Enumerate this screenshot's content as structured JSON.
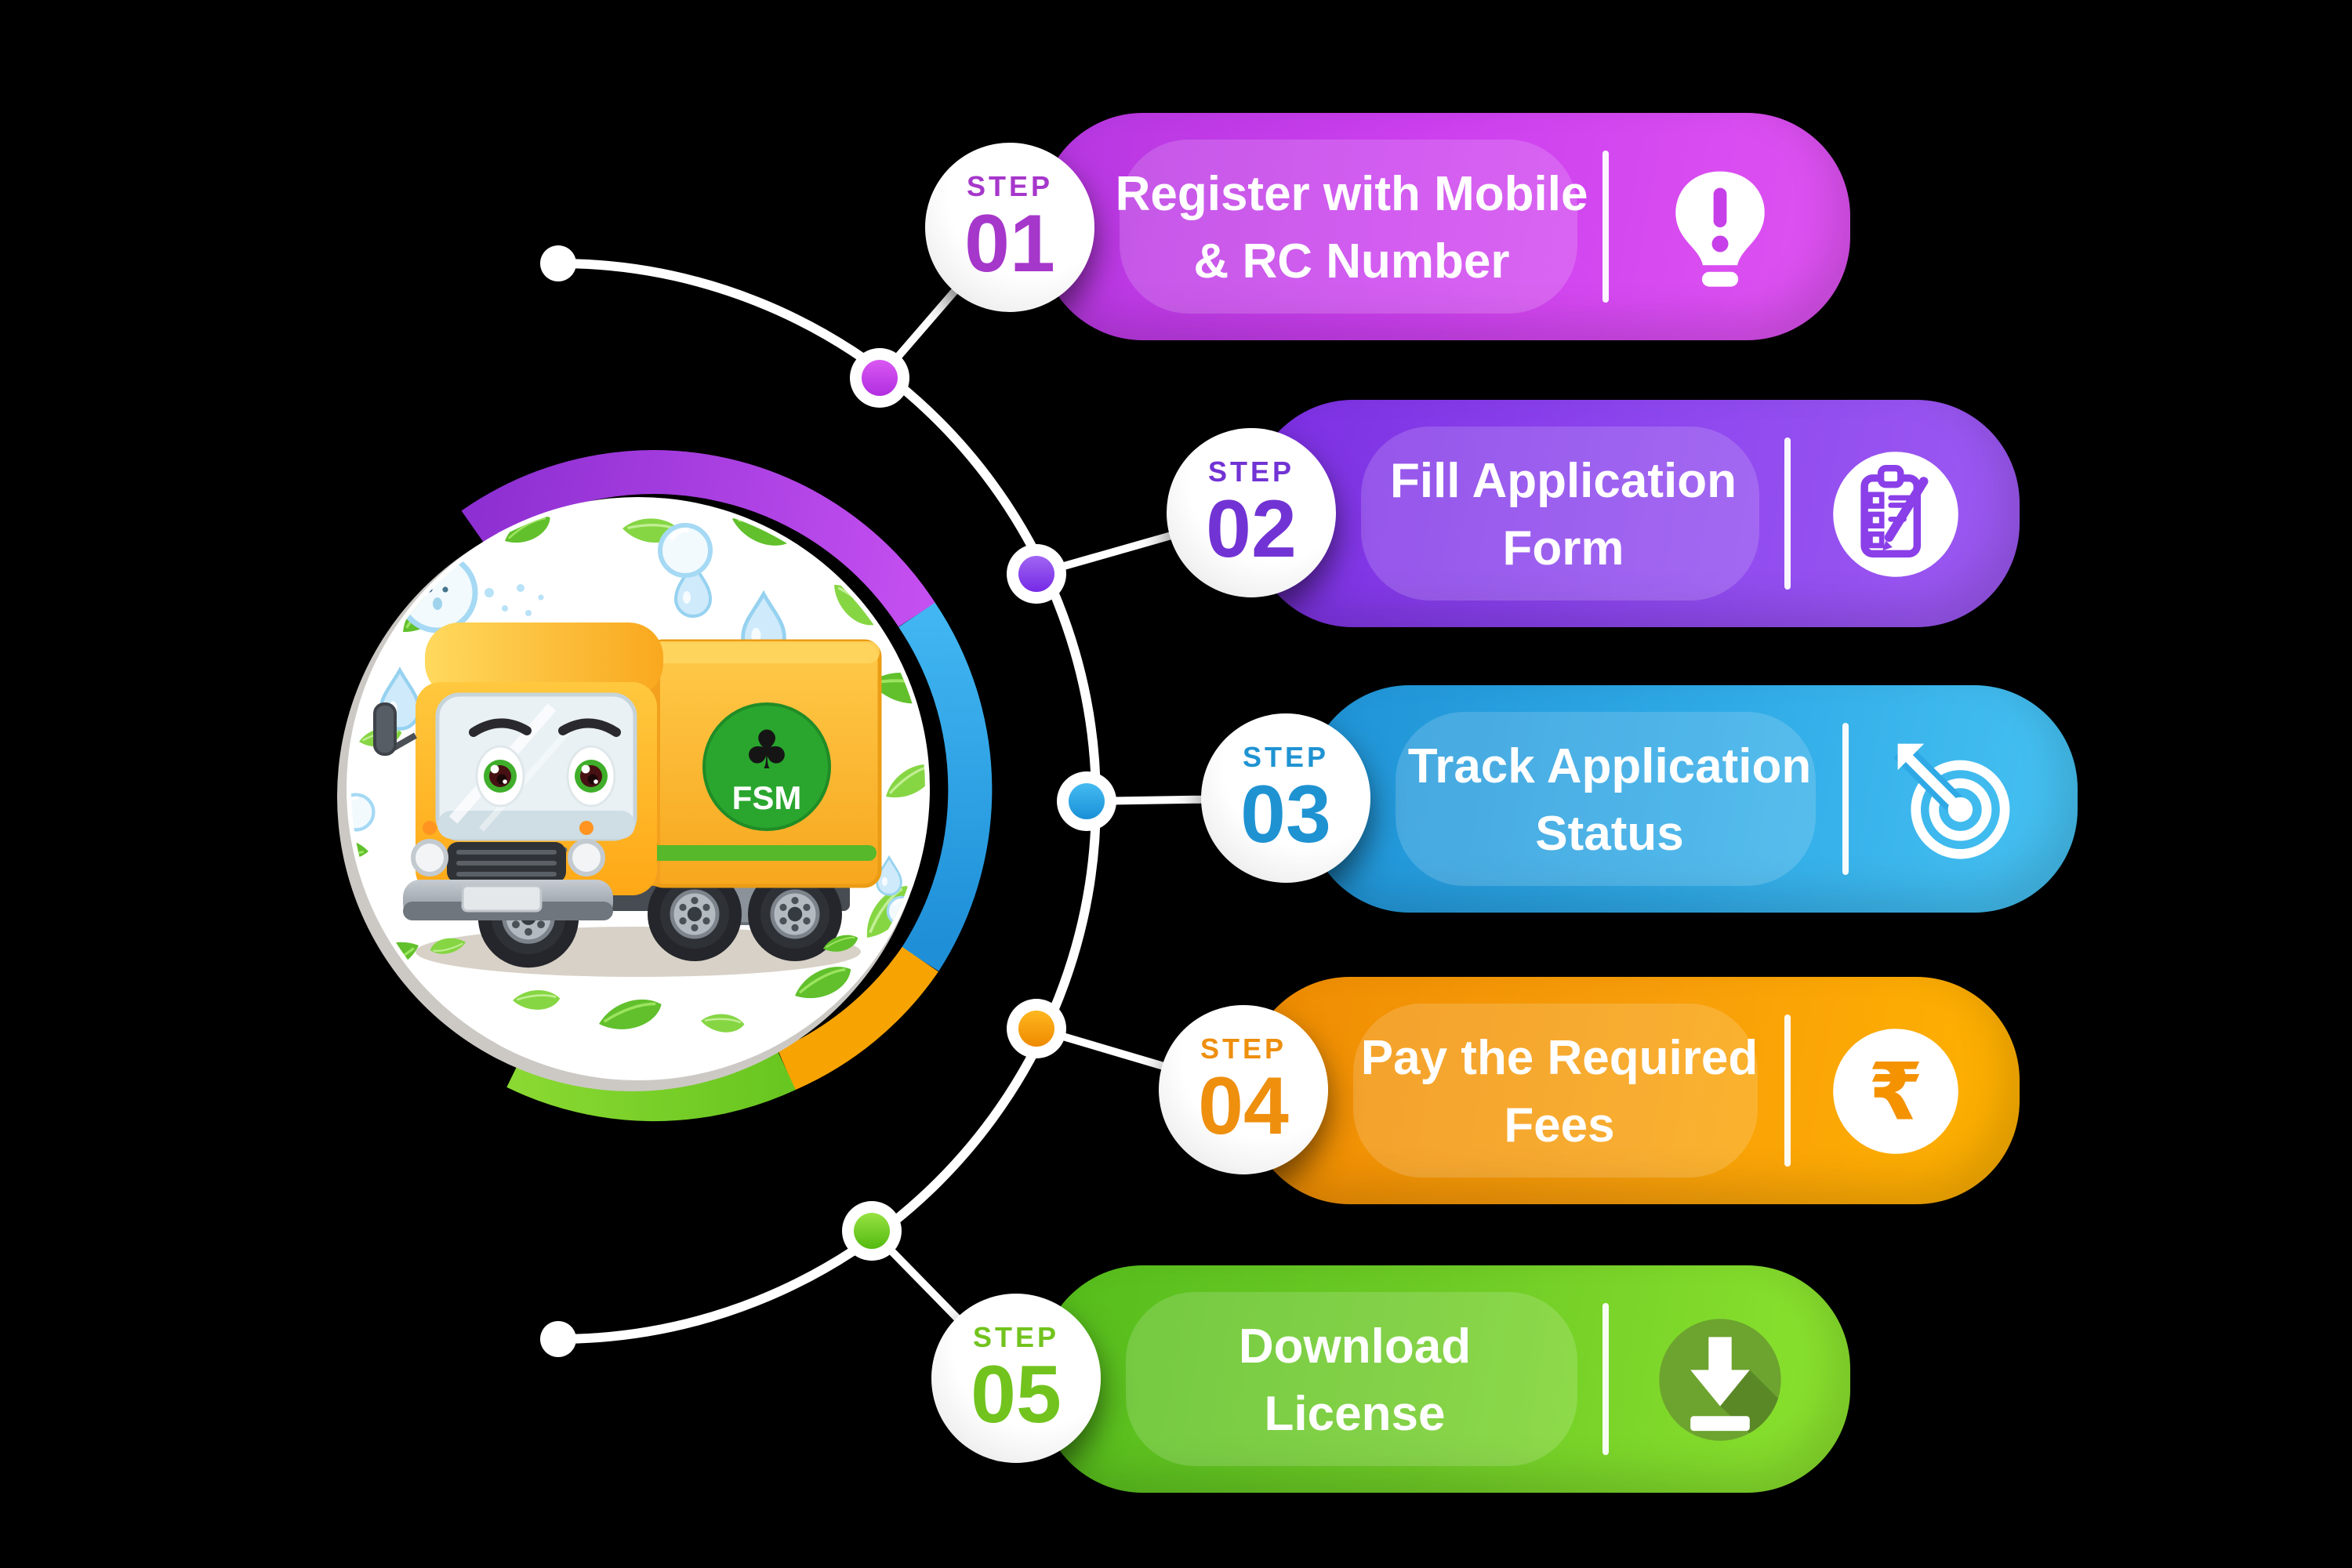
{
  "title": "FSM license registration steps infographic",
  "background_color": "#000000",
  "center": {
    "logo_label": "FSM",
    "illustration": "cartoon-truck-with-leaves-and-water-drops",
    "ring_colors": [
      "#a63ae0",
      "#2fa9e6",
      "#f7a302",
      "#76cf28"
    ]
  },
  "steps": [
    {
      "step_label": "STEP",
      "number": "01",
      "line1": "Register with Mobile",
      "line2": "& RC Number",
      "icon": "lightbulb-exclamation-icon",
      "accent": "#c93fee"
    },
    {
      "step_label": "STEP",
      "number": "02",
      "line1": "Fill Application",
      "line2": "Form",
      "icon": "clipboard-pencil-icon",
      "accent": "#8d46ee"
    },
    {
      "step_label": "STEP",
      "number": "03",
      "line1": "Track Application",
      "line2": "Status",
      "icon": "target-arrow-icon",
      "accent": "#2fa9e6"
    },
    {
      "step_label": "STEP",
      "number": "04",
      "line1": "Pay the Required",
      "line2": "Fees",
      "icon": "rupee-icon",
      "accent": "#f79d0a"
    },
    {
      "step_label": "STEP",
      "number": "05",
      "line1": "Download",
      "line2": "License",
      "icon": "download-icon",
      "accent": "#6fcb26"
    }
  ]
}
